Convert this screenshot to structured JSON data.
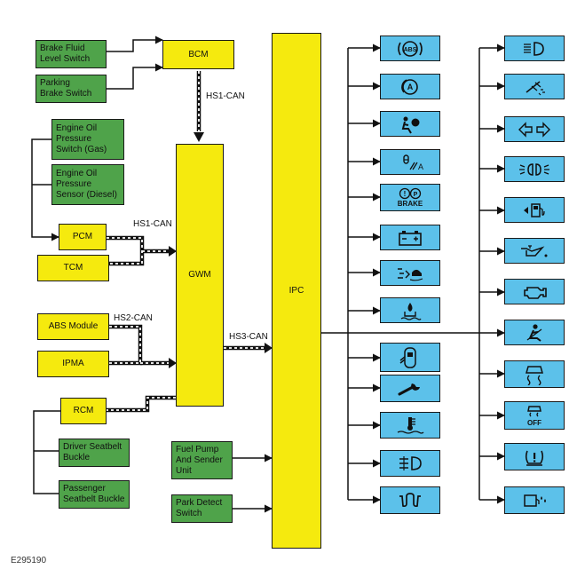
{
  "inputs": {
    "brake_fluid": "Brake Fluid\nLevel Switch",
    "parking_brake": "Parking\nBrake Switch",
    "oil_pressure_gas": "Engine Oil\nPressure\nSwitch (Gas)",
    "oil_pressure_diesel": "Engine Oil\nPressure\nSensor (Diesel)",
    "driver_belt": "Driver Seatbelt\nBuckle",
    "passenger_belt": "Passenger\nSeatbelt Buckle",
    "fuel_pump": "Fuel Pump\nAnd Sender\nUnit",
    "park_detect": "Park Detect\nSwitch"
  },
  "modules": {
    "bcm": "BCM",
    "pcm": "PCM",
    "tcm": "TCM",
    "abs": "ABS Module",
    "ipma": "IPMA",
    "rcm": "RCM",
    "gwm": "GWM",
    "ipc": "IPC"
  },
  "buses": {
    "bcm_gwm": "HS1-CAN",
    "pcm_gwm": "HS1-CAN",
    "abs_gwm": "HS2-CAN",
    "gwm_ipc": "HS3-CAN"
  },
  "indicators": {
    "brake_text": "BRAKE",
    "tpms_off": "OFF",
    "left_column": [
      "abs-icon",
      "auto-hold-icon",
      "airbag-icon",
      "seat-belt-minder-icon",
      "brake-warning-icon",
      "battery-icon",
      "lane-keeping-icon",
      "water-in-fuel-icon",
      "door-ajar-icon",
      "service-wrench-icon",
      "coolant-temp-icon",
      "rear-fog-icon",
      "glow-plug-icon"
    ],
    "right_column": [
      "high-beam-icon",
      "wiper-washer-icon",
      "turn-signals-icon",
      "side-lamps-icon",
      "low-fuel-icon",
      "oil-pressure-icon",
      "engine-check-icon",
      "seatbelt-icon",
      "stability-control-icon",
      "stability-off-icon",
      "tire-pressure-icon",
      "diesel-exhaust-fluid-icon"
    ]
  },
  "figure_code": "E295190",
  "colors": {
    "input_green": "#4fa34a",
    "module_yellow": "#f5ea0e",
    "indicator_blue": "#5cc1ea"
  }
}
